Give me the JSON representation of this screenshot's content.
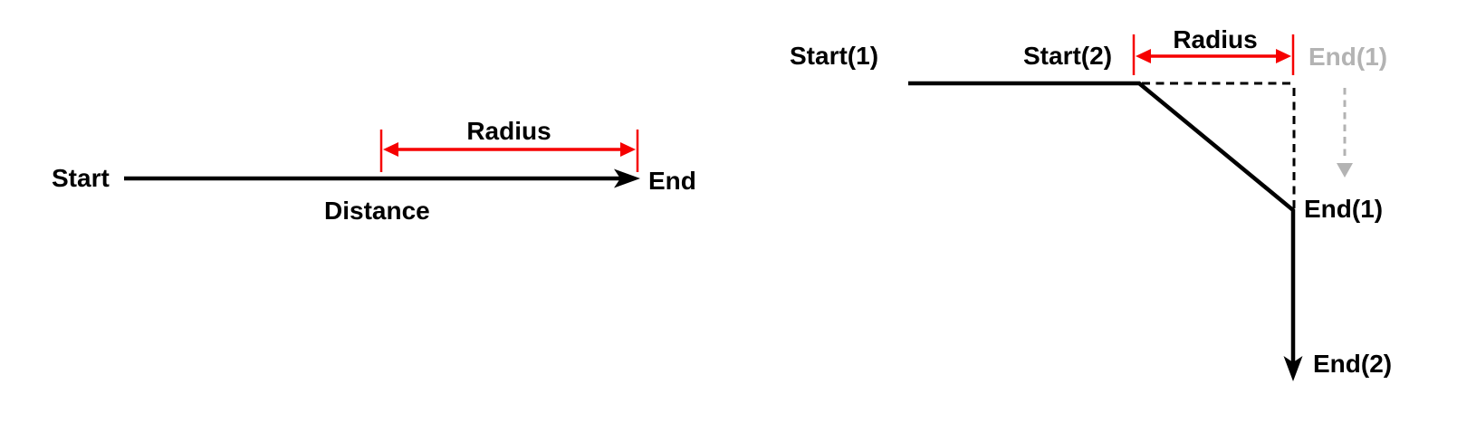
{
  "figure": {
    "description": "Two diagrams defining Distance and Radius for a path with a turn"
  },
  "colors": {
    "ink": "#000000",
    "accent_red": "#f60000",
    "ghost_gray": "#b3b3b3",
    "background": "#ffffff"
  },
  "left_diagram": {
    "labels": {
      "start": "Start",
      "end": "End",
      "distance": "Distance",
      "radius": "Radius"
    }
  },
  "right_diagram": {
    "labels": {
      "start1": "Start(1)",
      "start2": "Start(2)",
      "radius": "Radius",
      "end1_ghost": "End(1)",
      "end1": "End(1)",
      "end2": "End(2)"
    }
  }
}
